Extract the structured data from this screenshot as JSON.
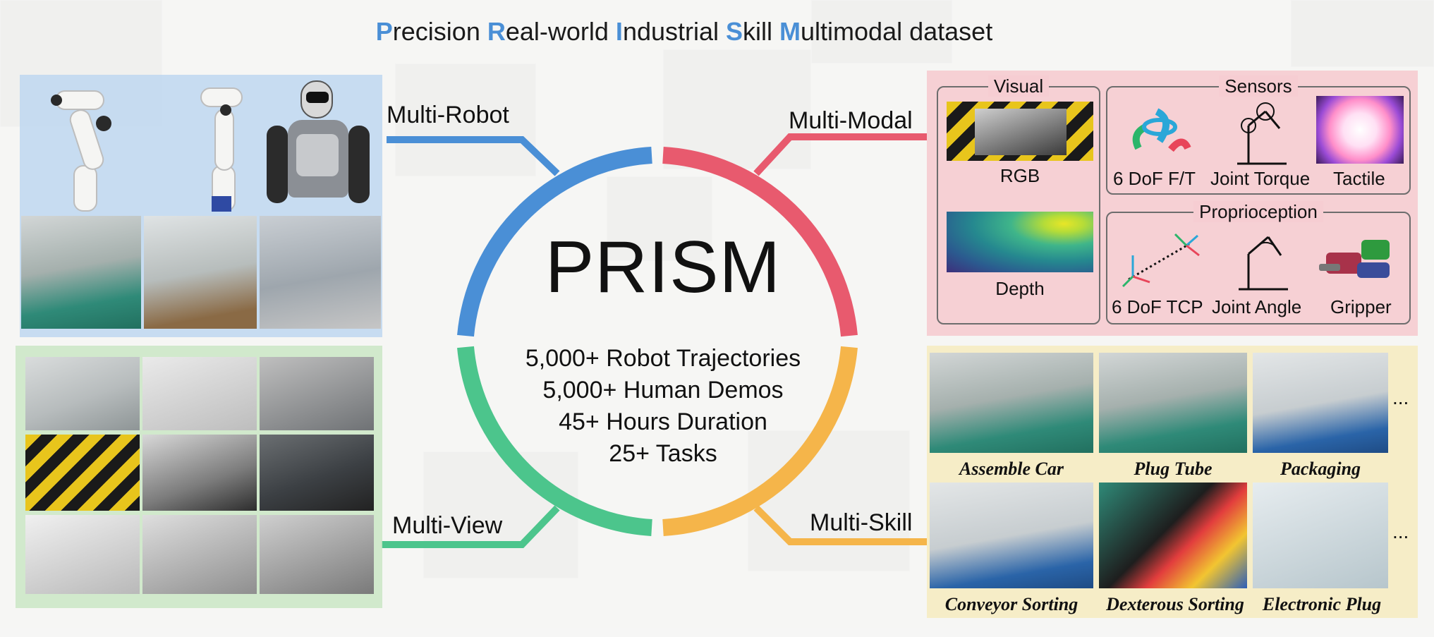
{
  "title": {
    "parts": [
      {
        "cap": "P",
        "rest": "recision "
      },
      {
        "cap": "R",
        "rest": "eal-world "
      },
      {
        "cap": "I",
        "rest": "ndustrial "
      },
      {
        "cap": "S",
        "rest": "kill "
      },
      {
        "cap": "M",
        "rest": "ultimodal dataset"
      }
    ]
  },
  "center": {
    "name": "PRISM",
    "stats": [
      "5,000+ Robot Trajectories",
      "5,000+ Human Demos",
      "45+ Hours Duration",
      "25+ Tasks"
    ]
  },
  "branches": {
    "robot": {
      "label": "Multi-Robot",
      "color": "#4a8fd6"
    },
    "modal": {
      "label": "Multi-Modal",
      "color": "#e85a6e"
    },
    "view": {
      "label": "Multi-View",
      "color": "#4cc58c"
    },
    "skill": {
      "label": "Multi-Skill",
      "color": "#f5b54a"
    }
  },
  "modalities": {
    "visual": {
      "title": "Visual",
      "items": [
        "RGB",
        "Depth"
      ]
    },
    "sensors": {
      "title": "Sensors",
      "items": [
        "6 DoF F/T",
        "Joint Torque",
        "Tactile"
      ]
    },
    "proprioception": {
      "title": "Proprioception",
      "items": [
        "6 DoF TCP",
        "Joint Angle",
        "Gripper"
      ]
    }
  },
  "skills": {
    "row1": [
      "Assemble Car",
      "Plug Tube",
      "Packaging"
    ],
    "row2": [
      "Conveyor Sorting",
      "Dexterous Sorting",
      "Electronic Plug"
    ],
    "ellipsis": "..."
  },
  "colors": {
    "panel_robot": "#bed7f0",
    "panel_view": "#cde8c8",
    "panel_modal": "#f6cdd2",
    "panel_skill": "#f6ecc4",
    "title_accent": "#4a8fd6"
  }
}
